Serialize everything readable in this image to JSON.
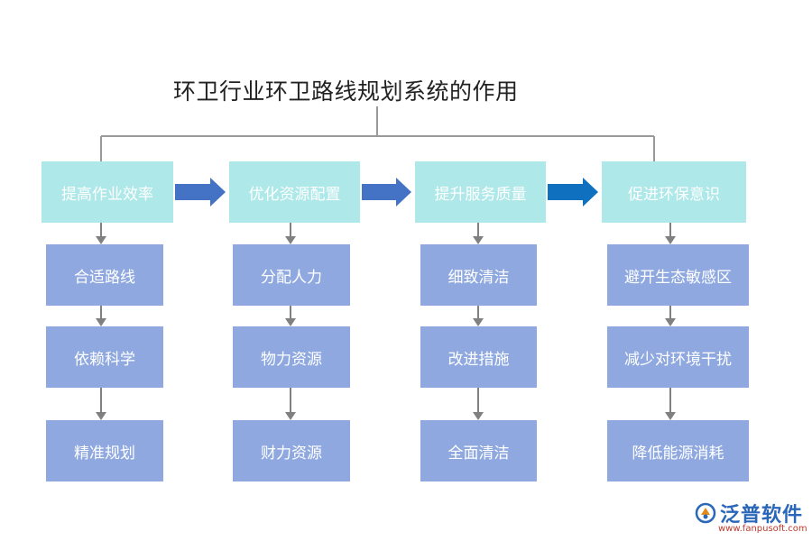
{
  "title": "环卫行业环卫路线规划系统的作用",
  "columns": [
    {
      "heading": "提高作业效率",
      "items": [
        "合适路线",
        "依赖科学",
        "精准规划"
      ]
    },
    {
      "heading": "优化资源配置",
      "items": [
        "分配人力",
        "物力资源",
        "财力资源"
      ]
    },
    {
      "heading": "提升服务质量",
      "items": [
        "细致清洁",
        "改进措施",
        "全面清洁"
      ]
    },
    {
      "heading": "促进环保意识",
      "items": [
        "避开生态敏感区",
        "减少对环境干扰",
        "降低能源消耗"
      ]
    }
  ],
  "logo": {
    "name": "泛普软件",
    "url": "www.fanpusoft.com"
  },
  "colors": {
    "heading_box": "#aee8e8",
    "item_box": "#8fa9e0",
    "connector": "#999999",
    "arrow_1": "#4472c4",
    "arrow_2": "#4472c4",
    "arrow_3": "#1070c0"
  }
}
